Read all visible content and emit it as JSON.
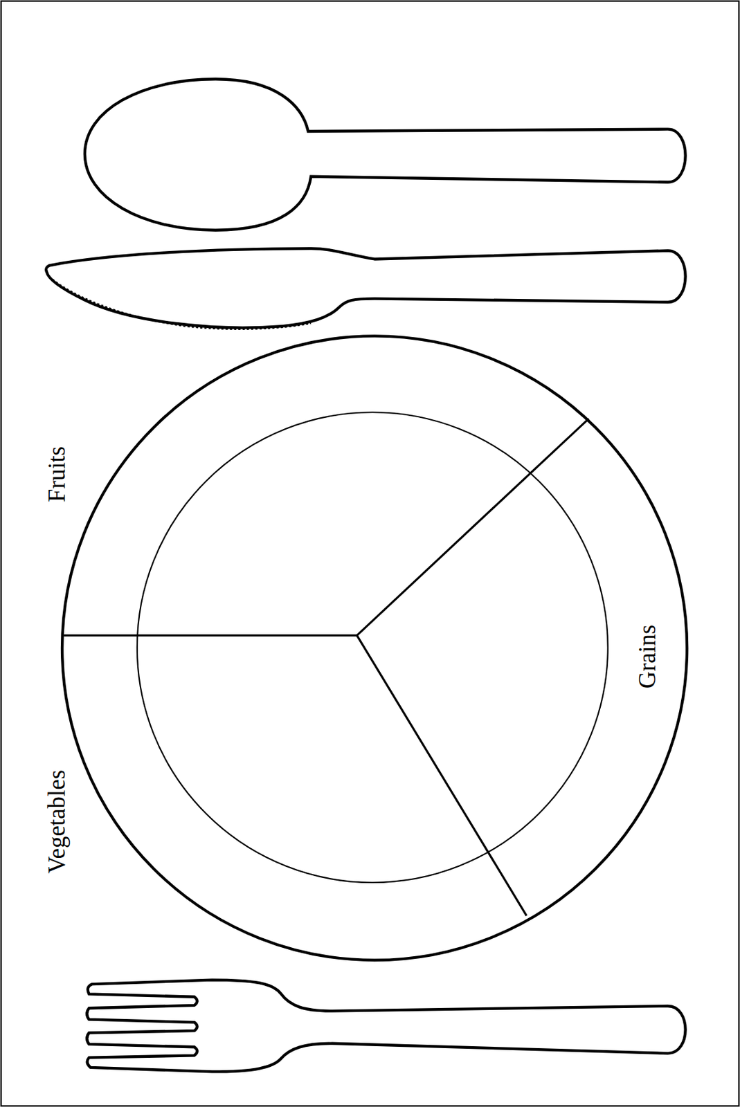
{
  "diagram": {
    "labels": [
      "Fruits",
      "Vegetables",
      "Grains"
    ]
  }
}
